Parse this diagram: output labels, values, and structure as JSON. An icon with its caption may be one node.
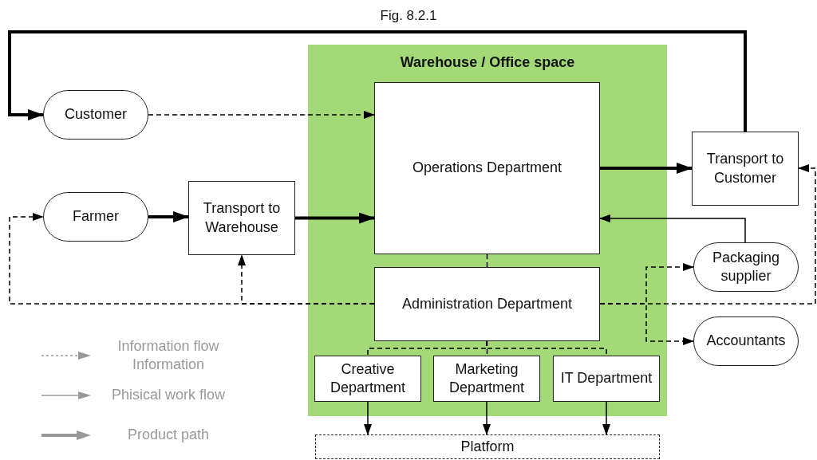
{
  "diagram": {
    "title": "Fig. 8.2.1",
    "nodes": [
      {
        "text": [
          "Customer"
        ]
      },
      {
        "text": [
          "Farmer"
        ]
      },
      {
        "text": [
          "Transport to Warehouse"
        ]
      },
      {
        "text": [
          "Warehouse / Office space"
        ]
      },
      {
        "text": [
          "Operations Department"
        ],
        "in": 3
      },
      {
        "text": [
          "Administration Department"
        ],
        "in": 3
      },
      {
        "text": [
          "Creative Department"
        ],
        "in": 3
      },
      {
        "text": [
          "Marketing Department"
        ],
        "in": 3
      },
      {
        "text": [
          "IT Department"
        ],
        "in": 3
      },
      {
        "text": [
          "Transport to Customer"
        ]
      },
      {
        "text": [
          "Packaging supplier"
        ]
      },
      {
        "text": [
          "Accountants"
        ]
      },
      {
        "text": [
          "Platform"
        ]
      }
    ],
    "edges": [
      {
        "from": 9,
        "to": 0,
        "arrow": "to",
        "style": "thick"
      },
      {
        "from": 0,
        "to": 4,
        "arrow": "to",
        "style": "dashed"
      },
      {
        "from": 1,
        "to": 2,
        "arrow": "to",
        "style": "thick"
      },
      {
        "from": 2,
        "to": 4,
        "arrow": "to",
        "style": "thick"
      },
      {
        "from": 4,
        "to": 9,
        "arrow": "to",
        "style": "thick"
      },
      {
        "from": 10,
        "to": 4,
        "arrow": "to"
      },
      {
        "from": 4,
        "to": 5,
        "arrow": "none",
        "style": "dashed"
      },
      {
        "from": 5,
        "to": 1,
        "arrow": "to",
        "style": "dashed"
      },
      {
        "from": 5,
        "to": 2,
        "arrow": "to",
        "style": "dashed"
      },
      {
        "from": 5,
        "to": 9,
        "arrow": "to",
        "style": "dashed"
      },
      {
        "from": 5,
        "to": 10,
        "arrow": "to",
        "style": "dashed"
      },
      {
        "from": 5,
        "to": 11,
        "arrow": "to",
        "style": "dashed"
      },
      {
        "from": 5,
        "to": 6,
        "arrow": "none",
        "style": "dashed"
      },
      {
        "from": 5,
        "to": 7,
        "arrow": "none",
        "style": "dashed"
      },
      {
        "from": 5,
        "to": 8,
        "arrow": "none",
        "style": "dashed"
      },
      {
        "from": 6,
        "to": 12,
        "arrow": "to"
      },
      {
        "from": 7,
        "to": 12,
        "arrow": "to"
      },
      {
        "from": 8,
        "to": 12,
        "arrow": "to"
      }
    ],
    "legend": [
      {
        "text": "Information flow Information"
      },
      {
        "text": "Phisical work flow"
      },
      {
        "text": "Product path"
      }
    ]
  }
}
